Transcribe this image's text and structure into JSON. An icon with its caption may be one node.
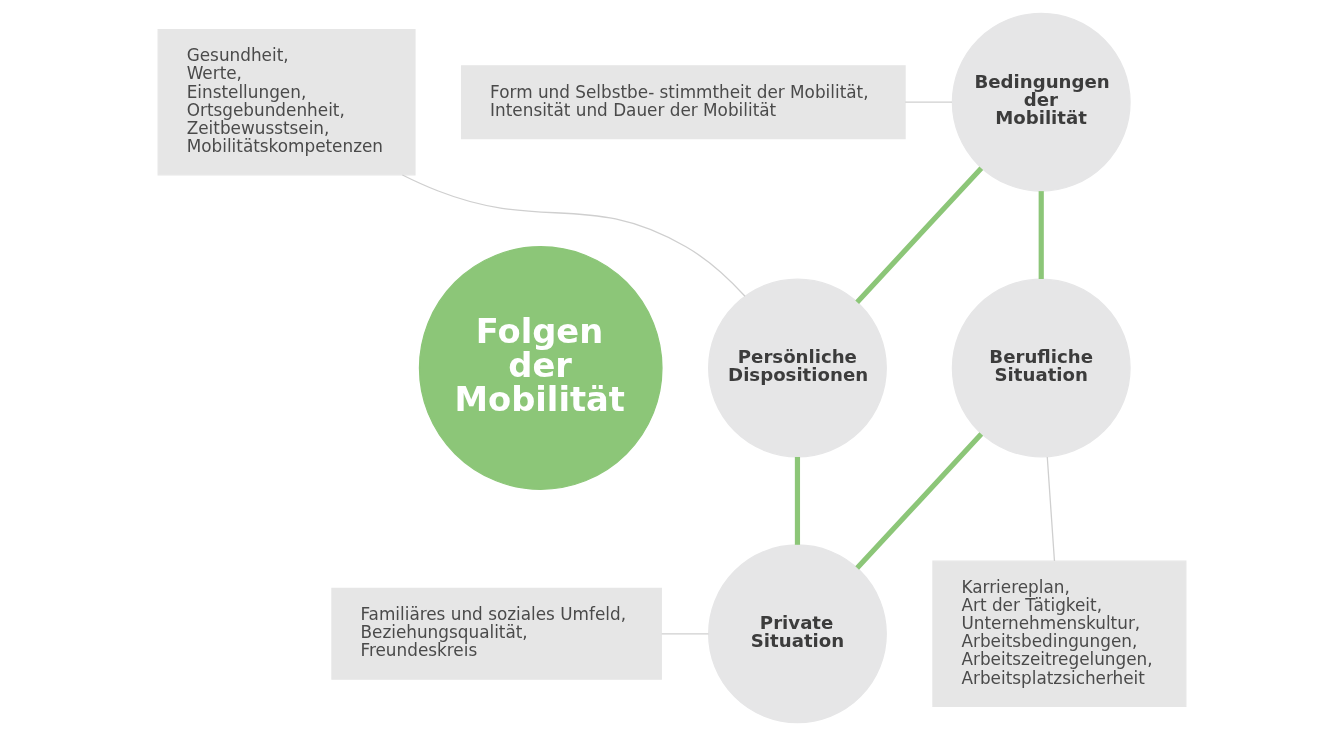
{
  "diagram": {
    "nodes": [
      {
        "text": [
          "Folgen der Mobilität"
        ]
      },
      {
        "text": [
          "Bedingungen der Mobilität"
        ]
      },
      {
        "text": [
          "Persönliche Dispositionen"
        ]
      },
      {
        "text": [
          "Private Situation"
        ]
      },
      {
        "text": [
          "Berufliche Situation"
        ]
      },
      {
        "text": [
          "Form und Selbstbe- stimmtheit der Mobilität, Intensität und Dauer der Mobilität"
        ]
      },
      {
        "text": [
          "Gesundheit, Werte, Einstellungen, Ortsgebundenheit, Zeitbewusstsein, Mobilitätskompetenzen"
        ]
      },
      {
        "text": [
          "Karriereplan, Art der Tätigkeit, Unternehmenskultur, Arbeitsbedingungen, Arbeitszeitregelungen, Arbeitsplatzsicherheit"
        ]
      },
      {
        "text": [
          "Familiäres und soziales Umfeld, Beziehungsqualität, Freundeskreis"
        ]
      }
    ],
    "edges": [
      {
        "from": 1,
        "to": 2,
        "arrow": "none",
        "style": "thick",
        "color": "#8cc678"
      },
      {
        "from": 2,
        "to": 3,
        "arrow": "none",
        "style": "thick",
        "color": "#8cc678"
      },
      {
        "from": 4,
        "to": 3,
        "arrow": "none",
        "style": "thick",
        "color": "#8cc678"
      },
      {
        "from": 1,
        "to": 4,
        "arrow": "none",
        "style": "thick",
        "color": "#8cc678"
      },
      {
        "from": 5,
        "to": 1,
        "arrow": "none"
      },
      {
        "from": 6,
        "to": 2,
        "arrow": "none"
      },
      {
        "from": 7,
        "to": 4,
        "arrow": "none"
      },
      {
        "from": 8,
        "to": 3,
        "arrow": "none"
      }
    ]
  }
}
